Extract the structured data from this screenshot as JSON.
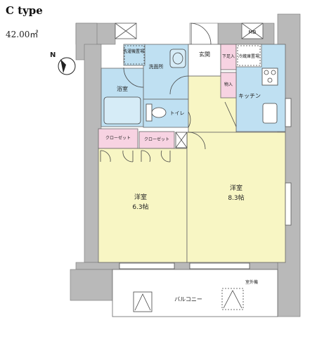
{
  "header": {
    "type_label": "C type",
    "floor_area": "42.00㎡"
  },
  "compass": {
    "north_label": "N"
  },
  "rooms": {
    "washer": "洗濯機置場",
    "washroom": "洗面所",
    "bath": "浴室",
    "toilet": "トイレ",
    "entrance": "玄関",
    "shoe_box": "下足入",
    "storage": "物入",
    "fridge": "冷蔵庫置場",
    "kitchen": "キッチン",
    "closet_left": "クローゼット",
    "closet_mid": "クローゼット",
    "room_left_name": "洋室",
    "room_left_size": "6.3帖",
    "room_right_name": "洋室",
    "room_right_size": "8.3帖",
    "balcony": "バルコニー",
    "outdoor_unit": "室外機",
    "mb": "MB"
  },
  "colors": {
    "wall": "#b9b9b9",
    "wet_area": "#bfe0f2",
    "room": "#f8f6c4",
    "closet": "#f7d3e2",
    "line": "#555555"
  }
}
